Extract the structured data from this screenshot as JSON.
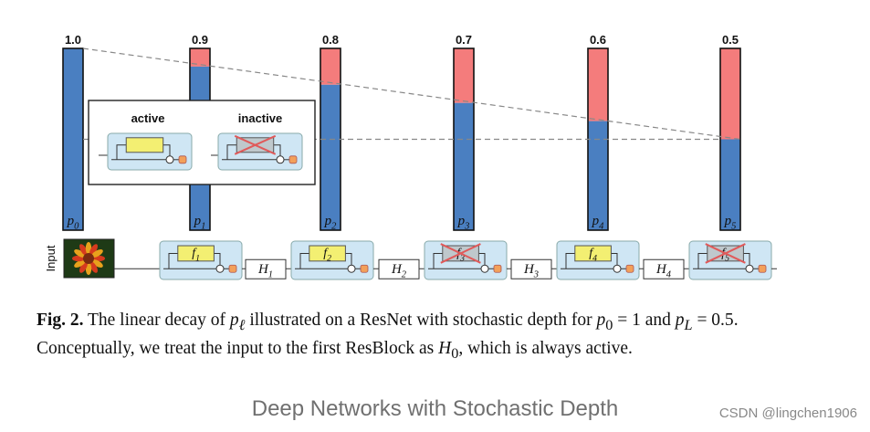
{
  "figure": {
    "bars": [
      {
        "p": "1.0",
        "label": "p",
        "sub": "0"
      },
      {
        "p": "0.9",
        "label": "p",
        "sub": "1"
      },
      {
        "p": "0.8",
        "label": "p",
        "sub": "2"
      },
      {
        "p": "0.7",
        "label": "p",
        "sub": "3"
      },
      {
        "p": "0.6",
        "label": "p",
        "sub": "4"
      },
      {
        "p": "0.5",
        "label": "p",
        "sub": "5"
      }
    ],
    "legend": {
      "active": "active",
      "inactive": "inactive"
    },
    "input_label": "Input",
    "blocks": [
      {
        "f": "f",
        "sub": "1",
        "active": true
      },
      {
        "f": "f",
        "sub": "2",
        "active": true
      },
      {
        "f": "f",
        "sub": "3",
        "active": false
      },
      {
        "f": "f",
        "sub": "4",
        "active": true
      },
      {
        "f": "f",
        "sub": "5",
        "active": false
      }
    ],
    "h_nodes": [
      {
        "h": "H",
        "sub": "1"
      },
      {
        "h": "H",
        "sub": "2"
      },
      {
        "h": "H",
        "sub": "3"
      },
      {
        "h": "H",
        "sub": "4"
      }
    ],
    "colors": {
      "survive": "#4a7fc1",
      "drop": "#f47c7c",
      "block_bg": "#cfe6f4",
      "f_box": "#f3ef72",
      "adder": "#f3a05a",
      "cross": "#e05a5a"
    }
  },
  "caption": {
    "label": "Fig. 2.",
    "t1": " The linear decay of ",
    "p_ell": "p",
    "ell": "ℓ",
    "t2": " illustrated on a ResNet with stochastic depth for ",
    "p0": "p",
    "p0_sub": "0",
    "eq1": " = 1",
    "t3": " and ",
    "pL": "p",
    "pL_sub": "L",
    "eq2": " = 0.5",
    "t4": ". Conceptually, we treat the input to the first ResBlock as ",
    "H0": "H",
    "H0_sub": "0",
    "t5": ", which is always active."
  },
  "page_title": "Deep Networks with Stochastic Depth",
  "watermark": "CSDN @lingchen1906"
}
